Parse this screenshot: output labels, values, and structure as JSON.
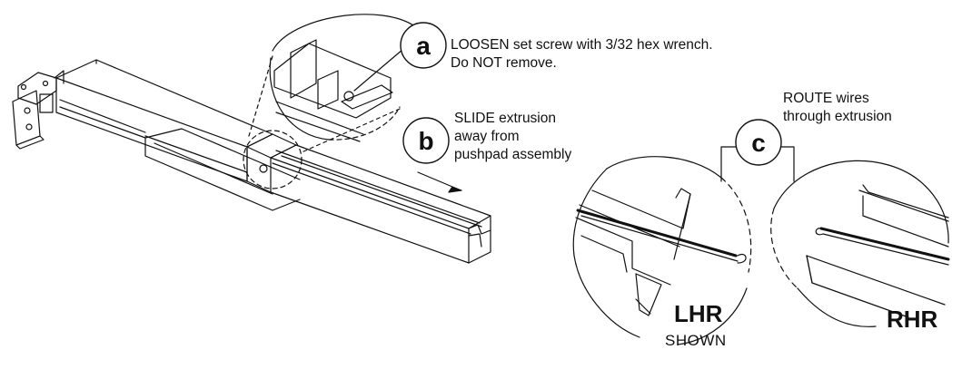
{
  "steps": {
    "a": {
      "letter": "a",
      "line1": "LOOSEN set screw with 3/32 hex wrench.",
      "line2": "Do NOT remove."
    },
    "b": {
      "letter": "b",
      "line1": "SLIDE extrusion",
      "line2": "away from",
      "line3": "pushpad assembly"
    },
    "c": {
      "letter": "c",
      "line1": "ROUTE wires",
      "line2": "through extrusion"
    }
  },
  "labels": {
    "lhr": "LHR",
    "lhr_sub": "SHOWN",
    "rhr": "RHR"
  },
  "icons": {
    "direction_arrow": "arrow-right-icon"
  }
}
